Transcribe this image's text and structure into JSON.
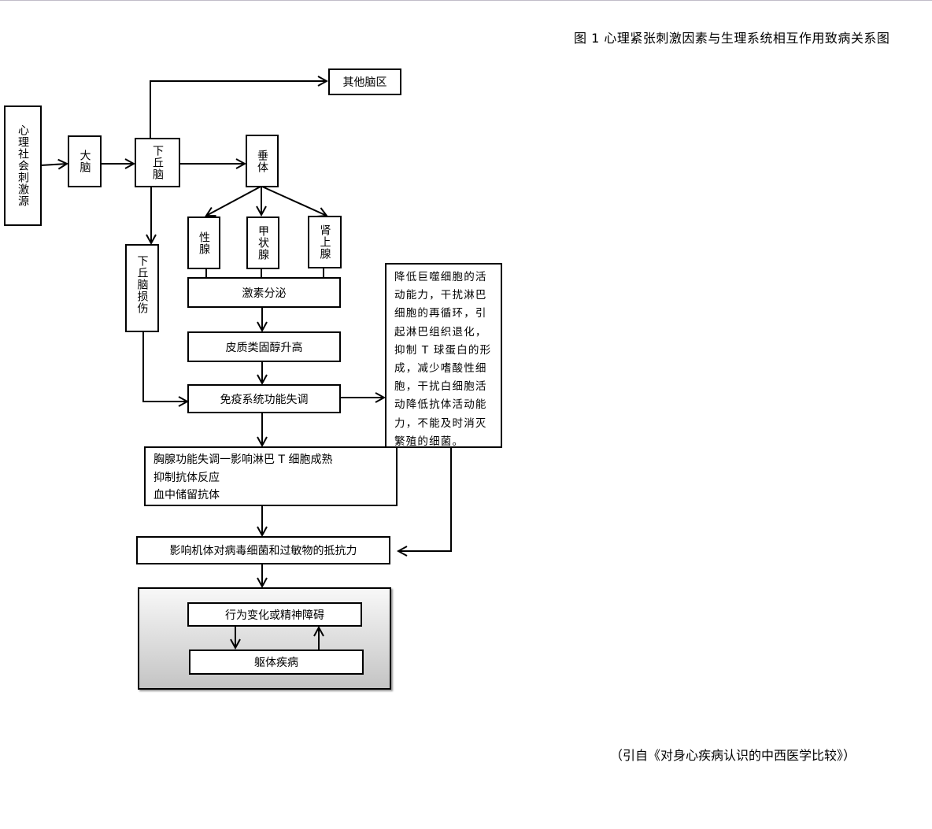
{
  "title": "图 1  心理紧张刺激因素与生理系统相互作用致病关系图",
  "citation": "（引自《对身心疾病认识的中西医学比较》）",
  "nodes": {
    "source": "心理社会刺激源",
    "cerebrum": "大脑",
    "hypothalamus": "下丘脑",
    "other_brain": "其他脑区",
    "pituitary": "垂体",
    "gonad": "性腺",
    "thyroid": "甲状腺",
    "adrenal": "肾上腺",
    "hypothalamus_injury": "下丘脑损伤",
    "hormone": "激素分泌",
    "cortisol": "皮质类固醇升高",
    "immune": "免疫系统功能失调",
    "macrophage_effects": "降低巨噬细胞的活动能力，干扰淋巴细胞的再循环，引起淋巴组织退化，抑制 T 球蛋白的形成，减少嗜酸性细胞，干扰白细胞活动降低抗体活动能力，不能及时消灭繁殖的细菌。",
    "thymus_lines": [
      "胸腺功能失调一影响淋巴 T 细胞成熟",
      "抑制抗体反应",
      "血中储留抗体"
    ],
    "resistance": "影响机体对病毒细菌和过敏物的抵抗力",
    "behavior": "行为变化或精神障碍",
    "somatic": "躯体疾病"
  }
}
